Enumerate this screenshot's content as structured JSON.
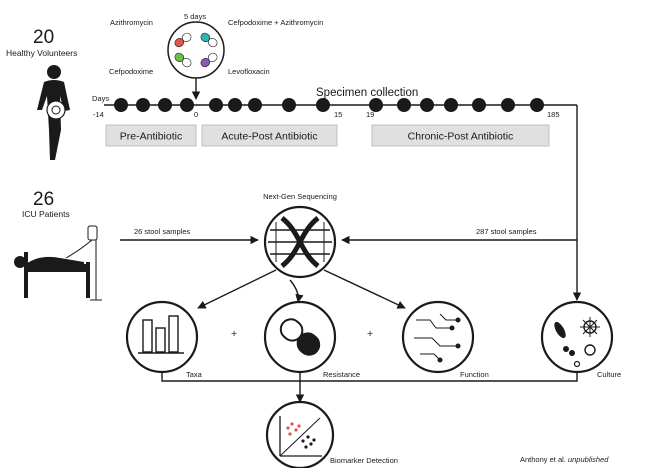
{
  "healthy": {
    "count": "20",
    "label": "Healthy Volunteers"
  },
  "icu": {
    "count": "26",
    "label": "ICU Patients"
  },
  "antibiotics": {
    "duration": "5 days",
    "azithromycin": "Azithromycin",
    "cefpodoxime_azithromycin": "Cefpodoxime + Azithromycin",
    "cefpodoxime": "Cefpodoxime",
    "levofloxacin": "Levofloxacin"
  },
  "timeline": {
    "days_label": "Days",
    "specimen_label": "Specimen collection",
    "ticks": [
      "-14",
      "0",
      "15",
      "19",
      "185"
    ]
  },
  "phases": [
    "Pre-Antibiotic",
    "Acute-Post Antibiotic",
    "Chronic-Post Antibiotic"
  ],
  "sequencing": {
    "label": "Next-Gen Sequencing",
    "icu_samples": "26 stool samples",
    "healthy_samples": "287 stool samples"
  },
  "analyses": {
    "taxa": "Taxa",
    "resistance": "Resistance",
    "function": "Function",
    "culture": "Culture",
    "plus": "+"
  },
  "biomarker": "Biomarker Detection",
  "citation": {
    "authors": "Anthony et al.",
    "status": "unpublished"
  },
  "colors": {
    "capsule_red": "#e0564f",
    "capsule_teal": "#2fb3b3",
    "capsule_green": "#6cbf4a",
    "capsule_purple": "#8a5ab8",
    "phase_fill": "#e0e0e0"
  }
}
